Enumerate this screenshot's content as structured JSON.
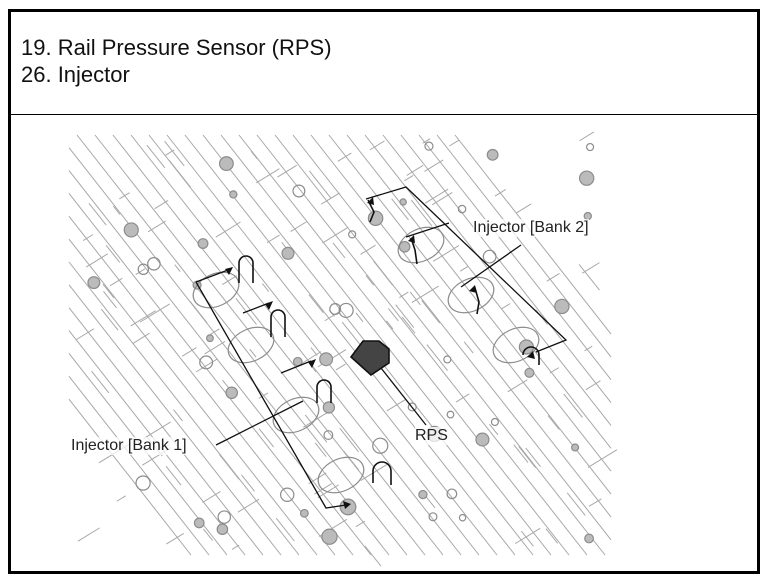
{
  "legend": {
    "items": [
      {
        "number": "19.",
        "text": "19. Rail Pressure Sensor (RPS)"
      },
      {
        "number": "26.",
        "text": "26. Injector"
      }
    ]
  },
  "diagram": {
    "subject": "engine-top-view-line-drawing",
    "callouts": [
      {
        "id": "injector-bank-2",
        "label": "Injector [Bank 2]"
      },
      {
        "id": "injector-bank-1",
        "label": "Injector [Bank 1]"
      },
      {
        "id": "rps",
        "label": "RPS"
      }
    ],
    "colors": {
      "line_art": "#9a9a9a",
      "leader": "#111111",
      "border": "#000000"
    }
  }
}
